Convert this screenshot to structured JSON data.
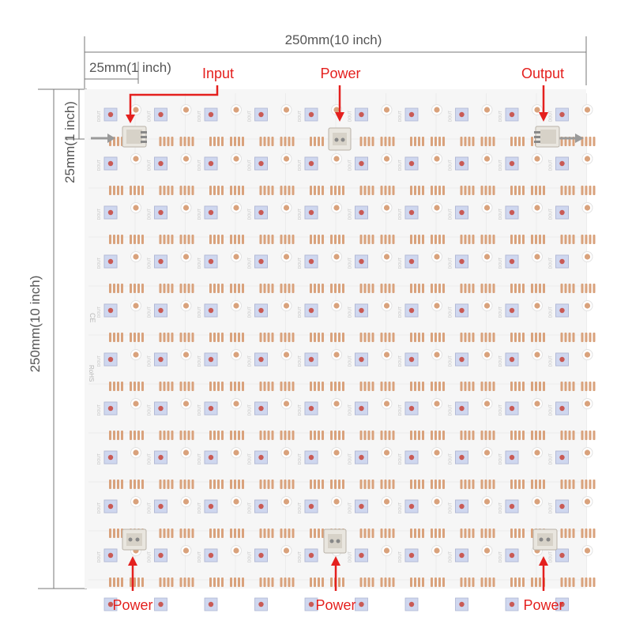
{
  "dimensions": {
    "width_label": "250mm(10 inch)",
    "cell_width_label": "25mm(1 inch)",
    "height_label": "250mm(10 inch)",
    "cell_height_label": "25mm(1 inch)"
  },
  "callouts": {
    "input": "Input",
    "power_top": "Power",
    "output": "Output",
    "power_bottom_left": "Power",
    "power_bottom_center": "Power",
    "power_bottom_right": "Power"
  },
  "board": {
    "grid_columns": 10,
    "grid_rows": 10,
    "silk_rohs": "RoHS",
    "silk_ce": "CE",
    "silk_led_code": "DOUT"
  },
  "colors": {
    "callout": "#e4201e",
    "board": "#f6f6f6",
    "copper_pad": "#d9a27c",
    "led_body": "#cfd7ef",
    "led_die": "#c95a55",
    "dimension_line": "#777777"
  }
}
